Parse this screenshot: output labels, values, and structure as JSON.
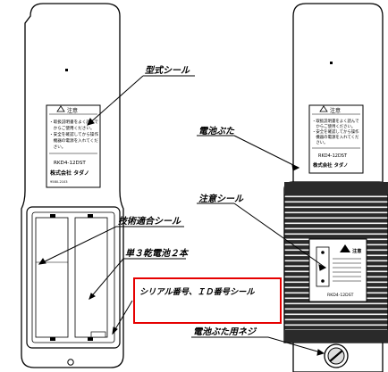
{
  "callouts": {
    "model_seal": "型式シール",
    "battery_cover": "電池ぶた",
    "caution_seal": "注意シール",
    "tech_conformity_seal": "技術適合シール",
    "batteries": "単３乾電池２本",
    "serial_id_seal": "シリアル番号、ＩＤ番号シール",
    "battery_cover_screw": "電池ぶた用ネジ"
  },
  "caution_label": {
    "heading": "注意",
    "lines": [
      "・取扱説明書をよく読んで",
      "　からご使用ください。",
      "・安全を確認してから操作",
      "　機器の電源を入れてくだ",
      "　さい。"
    ],
    "model": "RKD4-12DST",
    "company": "株式会社 タダノ",
    "code": "9580-2103"
  },
  "rear_caution_label": {
    "heading": "注意",
    "lines": [
      "・取扱説明書をよく読んで",
      "　からご使用ください。",
      "・安全を確認してから操作",
      "　機器の電源を入れてくだ",
      "　さい。"
    ],
    "model": "RKD4-12DST",
    "company": "株式会社 タダノ"
  },
  "warning_label": {
    "heading": "注意",
    "model": "RKD4-12DST"
  },
  "highlight_color": "#e60000"
}
